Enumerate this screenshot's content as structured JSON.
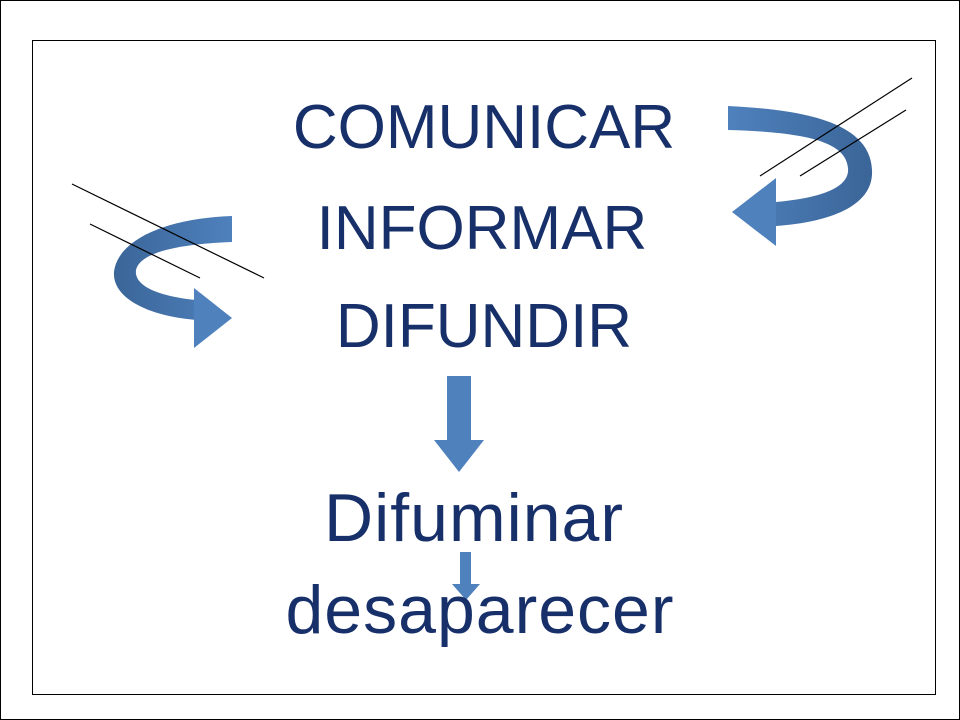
{
  "slide": {
    "words": [
      "COMUNICAR",
      "INFORMAR",
      "DIFUNDIR",
      "Difuminar",
      "desaparecer"
    ],
    "text_color": "#17306a",
    "arrow_color": "#4f81bd",
    "arrow_shadow_color": "#3a6598"
  },
  "icons": {
    "left_curved_arrow": "curved-arrow-right-icon",
    "right_curved_arrow": "curved-arrow-left-icon",
    "down_arrow_large": "arrow-down-icon",
    "down_arrow_small": "arrow-down-icon"
  }
}
